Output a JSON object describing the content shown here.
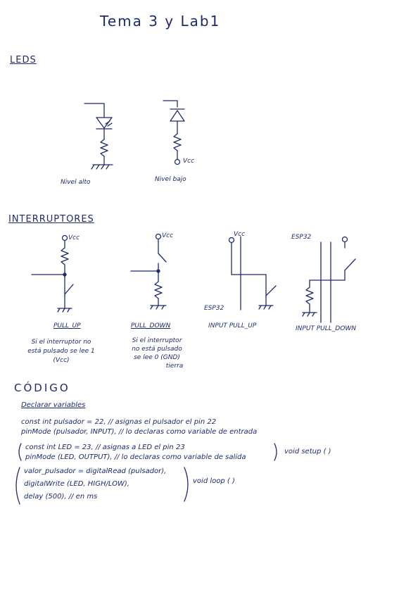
{
  "title": "Tema 3 y Lab1",
  "sections": {
    "leds": {
      "heading": "LEDS",
      "label_high": "Nivel alto",
      "label_low": "Nivel bajo",
      "vcc": "Vcc"
    },
    "interruptores": {
      "heading": "INTERRUPTORES",
      "vcc_1": "Vcc",
      "vcc_2": "Vcc",
      "vcc_3": "Vcc",
      "esp32_top": "ESP32",
      "esp32_bottom": "ESP32",
      "pull_up": "PULL_UP",
      "pull_down": "PULL_DOWN",
      "input_pull_up": "INPUT PULL_UP",
      "input_pull_down": "INPUT PULL_DOWN",
      "note_pull_up": [
        "Si el interruptor no",
        "está pulsado se lee 1",
        "(Vcc)"
      ],
      "note_pull_down": [
        "Si el interruptor",
        "no está pulsado",
        "se lee 0 (GND)",
        "tierra"
      ]
    },
    "codigo": {
      "heading": "CÓDIGO",
      "subheading": "Declarar variables",
      "line_1": "const int pulsador = 22, // asignas el pulsador el pin 22",
      "line_2": "pinMode (pulsador, INPUT), // lo declaras como variable de entrada",
      "line_3": "const int LED = 23, // asignas a LED el pin 23",
      "line_4": "pinMode (LED, OUTPUT), // lo declaras como variable de salida",
      "setup_label": "void setup ( )",
      "line_5": "valor_pulsador = digitalRead (pulsador),",
      "line_6": "digitalWrite (LED, HIGH/LOW),",
      "line_7": "delay (500), // en ms",
      "loop_label": "void loop ( )"
    }
  }
}
